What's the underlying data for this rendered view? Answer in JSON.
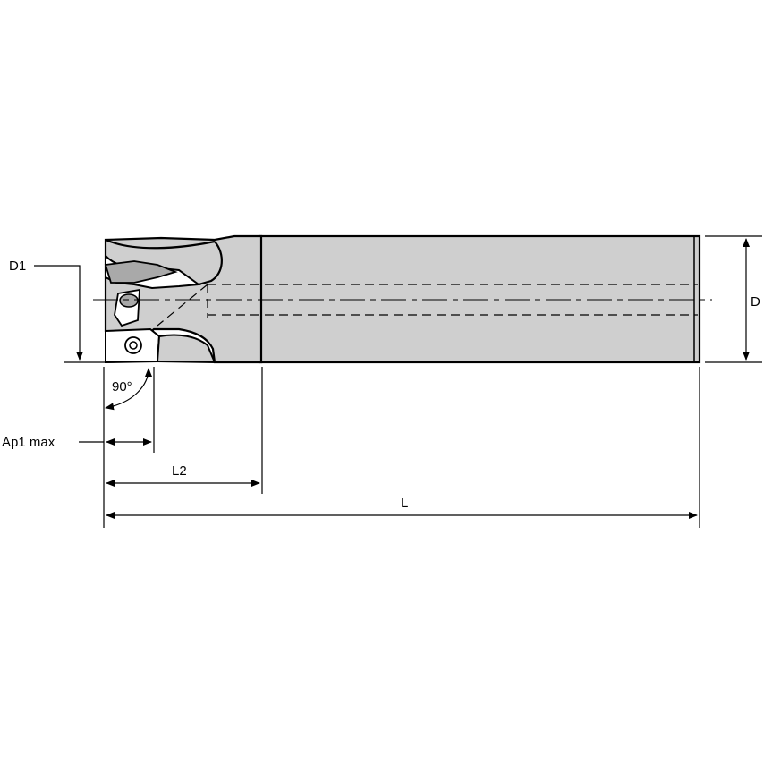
{
  "labels": {
    "d1": "D1",
    "d": "D",
    "angle": "90°",
    "ap1_max": "Ap1 max",
    "l2": "L2",
    "l": "L"
  },
  "colors": {
    "body_fill": "#cfcfcf",
    "insert_fill": "#a9a9a9",
    "line": "#000000"
  }
}
